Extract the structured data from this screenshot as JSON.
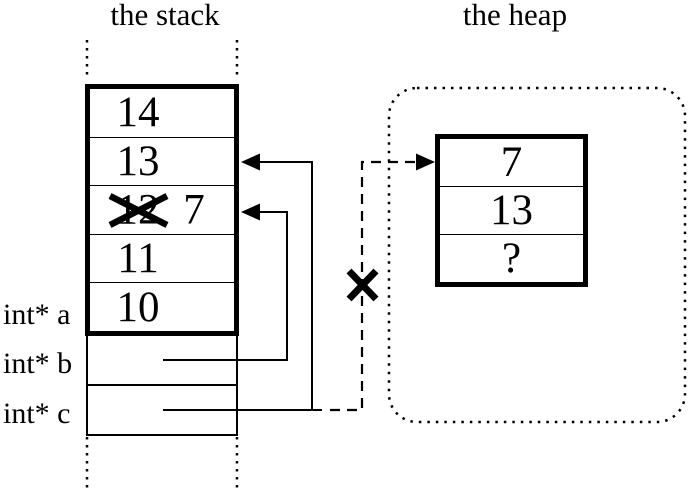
{
  "colors": {
    "ink": "#000000",
    "background": "#ffffff"
  },
  "stack_panel": {
    "title": "the stack",
    "frame_cells": [
      {
        "value": "14"
      },
      {
        "value": "13"
      },
      {
        "old_value": "12",
        "new_value": "7",
        "crossed_out": true
      },
      {
        "value": "11"
      },
      {
        "value": "10"
      }
    ],
    "variables": [
      {
        "label": "int* a"
      },
      {
        "label": "int* b"
      },
      {
        "label": "int* c"
      }
    ]
  },
  "heap_panel": {
    "title": "the heap",
    "block_cells": [
      {
        "value": "7"
      },
      {
        "value": "13"
      },
      {
        "value": "?"
      }
    ]
  }
}
